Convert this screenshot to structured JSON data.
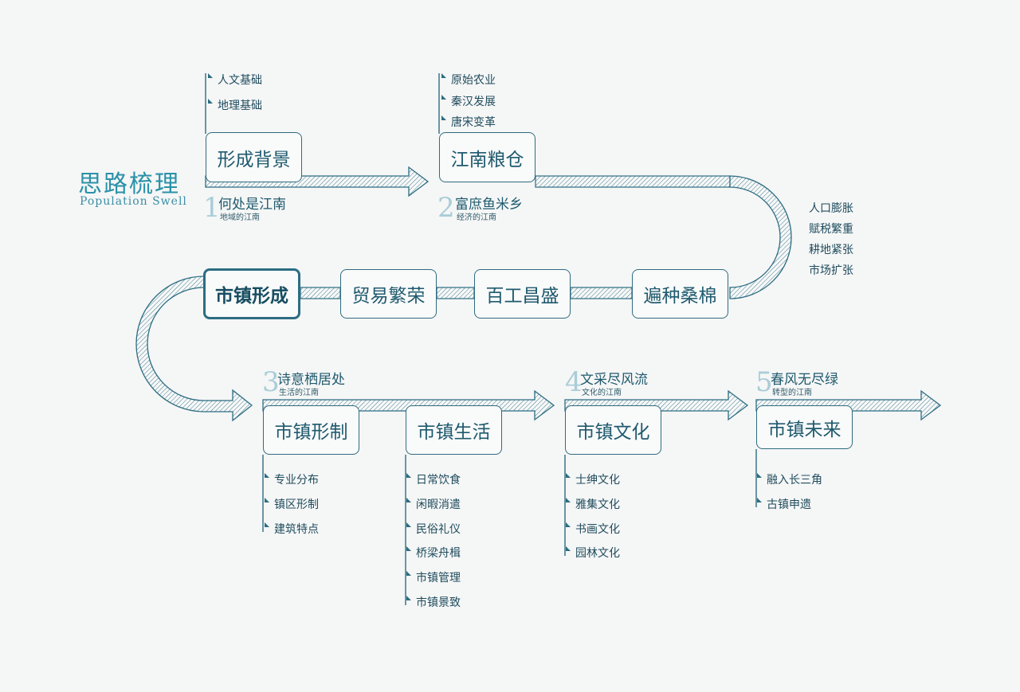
{
  "heading": {
    "title": "思路梳理",
    "subtitle": "Population Swell"
  },
  "sections": [
    {
      "num": "1",
      "title": "何处是江南",
      "sub": "地域的江南"
    },
    {
      "num": "2",
      "title": "富庶鱼米乡",
      "sub": "经济的江南"
    },
    {
      "num": "3",
      "title": "诗意栖居处",
      "sub": "生活的江南"
    },
    {
      "num": "4",
      "title": "文采尽风流",
      "sub": "文化的江南"
    },
    {
      "num": "5",
      "title": "春风无尽绿",
      "sub": "转型的江南"
    }
  ],
  "boxes": {
    "formation_background": "形成背景",
    "granary": "江南粮仓",
    "cotton": "遍种桑棉",
    "crafts": "百工昌盛",
    "trade": "贸易繁荣",
    "town_formation": "市镇形成",
    "town_form": "市镇形制",
    "town_life": "市镇生活",
    "town_culture": "市镇文化",
    "town_future": "市镇未来"
  },
  "lists": {
    "background": [
      "人文基础",
      "地理基础"
    ],
    "granary": [
      "原始农业",
      "秦汉发展",
      "唐宋变革"
    ],
    "pressure": [
      "人口膨胀",
      "赋税繁重",
      "耕地紧张",
      "市场扩张"
    ],
    "form": [
      "专业分布",
      "镇区形制",
      "建筑特点"
    ],
    "life": [
      "日常饮食",
      "闲暇消遣",
      "民俗礼仪",
      "桥梁舟楫",
      "市镇管理",
      "市镇景致"
    ],
    "culture": [
      "士绅文化",
      "雅集文化",
      "书画文化",
      "园林文化"
    ],
    "future": [
      "融入长三角",
      "古镇申遗"
    ]
  },
  "colors": {
    "stroke": "#2c6d82",
    "number": "#a9cdd8",
    "heading": "#2a91a8"
  }
}
